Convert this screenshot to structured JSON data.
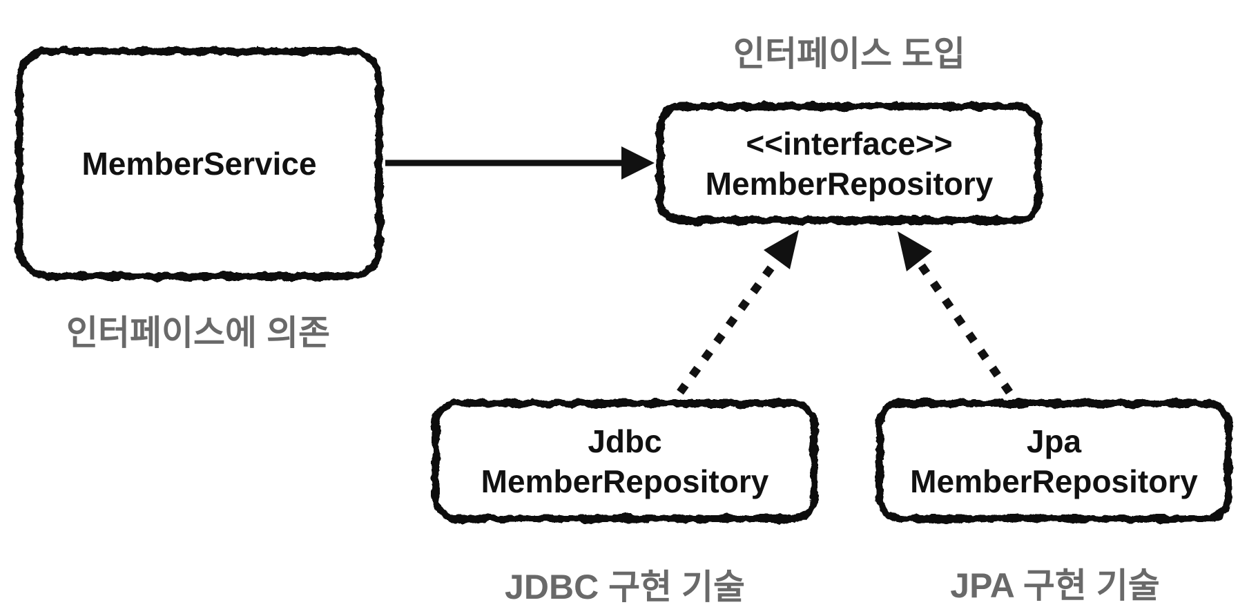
{
  "diagram": {
    "kind": "uml-dependency-diagram",
    "boxes": {
      "member_service": {
        "label": "MemberService"
      },
      "member_repository_interface": {
        "stereotype": "<<interface>>",
        "label": "MemberRepository"
      },
      "jdbc_member_repository": {
        "line1": "Jdbc",
        "line2": "MemberRepository"
      },
      "jpa_member_repository": {
        "line1": "Jpa",
        "line2": "MemberRepository"
      }
    },
    "annotations": {
      "interface_introduction": "인터페이스 도입",
      "depends_on_interface": "인터페이스에 의존",
      "jdbc_tech": "JDBC 구현 기술",
      "jpa_tech": "JPA 구현 기술"
    },
    "arrows": {
      "depends": "MemberService → MemberRepository (solid)",
      "jdbc_implements": "JdbcMemberRepository ⇢ MemberRepository (dashed)",
      "jpa_implements": "JpaMemberRepository ⇢ MemberRepository (dashed)"
    },
    "colors": {
      "line": "#111111",
      "annotation": "#696969",
      "background": "#ffffff"
    }
  }
}
